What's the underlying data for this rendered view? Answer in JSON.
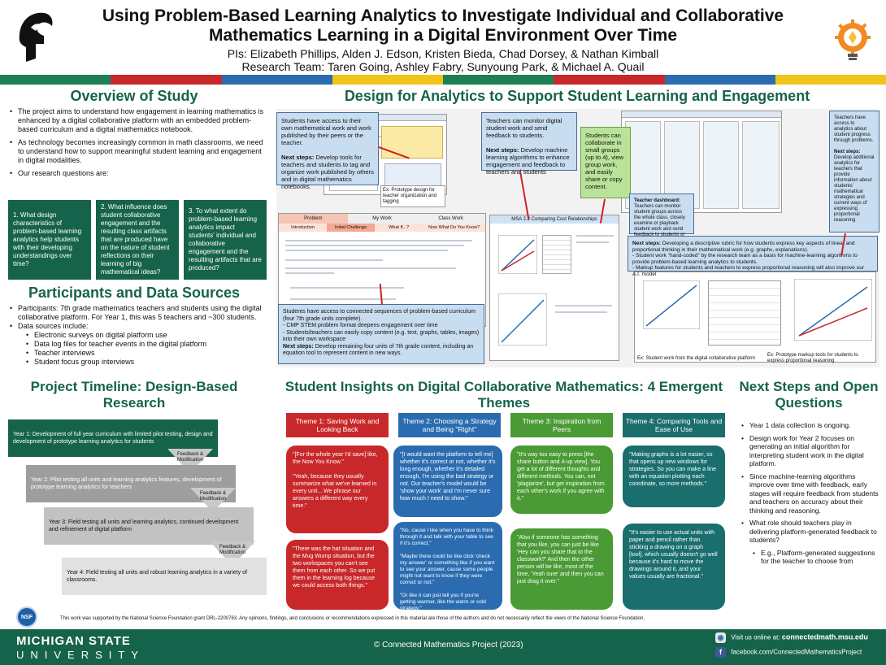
{
  "header": {
    "title": "Using Problem-Based Learning Analytics to Investigate Individual and Collaborative Mathematics Learning in a Digital Environment Over Time",
    "pis": "PIs: Elizabeth Phillips, Alden J. Edson, Kristen Bieda, Chad Dorsey, & Nathan Kimball",
    "team": "Research Team: Taren Going, Ashley Fabry, Sunyoung Park, & Michael A. Quail"
  },
  "overview": {
    "title": "Overview of Study",
    "bullets": [
      "The project aims to understand how engagement in learning mathematics is enhanced by a digital collaborative platform with an embedded problem-based curriculum and a digital mathematics notebook.",
      "As technology becomes increasingly common in math classrooms, we need to understand how to support meaningful student learning and engagement in digital modalities.",
      "Our research questions are:"
    ],
    "questions": [
      "1. What design characteristics of problem-based learning analytics help students with their developing understandings over time?",
      "2. What influence does student collaborative engagement and the resulting class artifacts that are produced have on the nature of student reflections on their learning of big mathematical ideas?",
      "3. To what extent do problem-based learning analytics impact students' individual and collaborative engagement and the resulting artifacts that are produced?"
    ]
  },
  "participants": {
    "title": "Participants and Data Sources",
    "bullet1": "Participants: 7th grade mathematics teachers and students using the digital collaborative platform. For Year 1, this was 5 teachers and ~300 students.",
    "bullet2": "Data sources include:",
    "sources": [
      "Electronic surveys on digital platform use",
      "Data log files for teacher events in the digital platform",
      "Teacher interviews",
      "Student focus group interviews"
    ]
  },
  "timeline": {
    "title": "Project Timeline: Design-Based Research",
    "steps": [
      "Year 1: Development of full year curriculum with limited pilot testing, design and development of prototype learning analytics for students",
      "Year 2: Pilot testing all units and learning analytics features, development of prototype learning analytics for teachers",
      "Year 3: Field testing all units and learning analytics, continued development and refinement of digital platform",
      "Year 4: Field testing all units and robust learning analytics in a variety of classrooms."
    ],
    "feedback": "Feedback & Modification"
  },
  "design": {
    "title": "Design for Analytics to Support Student Learning and Engagement",
    "note1_text": "Students have access to their own mathematical work and work published by their peers or the teacher.",
    "note1_next_label": "Next steps:",
    "note1_next": "Develop tools for teachers and students to tag and organize work published by others and in digital mathematics notebooks.",
    "note2_text": "Teachers can monitor digital student work and send feedback to students.",
    "note2_next_label": "Next steps:",
    "note2_next": "Develop machine learning algorithms to enhance engagement and feedback to teachers and students",
    "note3_text": "Students can collaborate in small groups (up to 4), view group work, and easily share or copy content.",
    "note4_lead": "Students have access to connected sequences of problem-based curriculum (four 7th grade units complete).",
    "note4_items": [
      "CMP STEM problem format deepens engagement over time",
      "Students/teachers can easily copy content (e.g. text, graphs, tables, images) into their own workspace"
    ],
    "note4_next_label": "Next steps:",
    "note4_next": "Develop remaining four units of 7th grade content, including an equation tool to represent content in new ways.",
    "note5_text": "Teachers have access to analytics about student progress through problems.",
    "note5_next_label": "Next steps:",
    "note5_next": "Develop additional analytics for teachers that provide information about students' mathematical strategies and current ways of expressing proportional reasoning",
    "dashboard_label": "Teacher dashboard:",
    "dashboard_text": "Teachers can monitor student groups across the whole class, closely examine or playback student work and send feedback to students or groups",
    "note6_label": "Next steps:",
    "note6_text": "Developing a descriptive rubric for how students express key aspects of linear and proportional thinking in their mathematical work (e.g. graphs, explanations).",
    "note6_items": [
      "Student work \"hand-coded\" by the research team as a basis for machine-learning algorithms to provide problem-based learning analytics to students.",
      "Markup features for students and teachers to express proportional reasoning will also improve our A.I. model"
    ],
    "caption1": "Ex. Prototype design for teacher organization and tagging",
    "caption2": "Ex: Student work from the digital collaborative platform",
    "caption3": "Ex: Prototype markup tools for students to express proportional reasoning",
    "tab_problem": "Problem",
    "tab_mywork": "My Work",
    "tab_classwork": "Class Work",
    "subtab_intro": "Introduction",
    "subtab_initial": "Initial Challenge",
    "subtab_whatif": "What If...?",
    "subtab_now": "Now What Do You Know?",
    "doc_title": "MSA 2.2 Comparing Cost Relationships"
  },
  "themes": {
    "title": "Student Insights on Digital Collaborative Mathematics: 4 Emergent Themes",
    "items": [
      {
        "head": "Theme 1: Saving Work and Looking Back",
        "color": "#c8282a",
        "q1": "\"[For the whole year I'd save] like, the Now You Know.\"\n\n\"Yeah, because they usually summarize what we've learned in every unit... We phrase our answers a different way every time.\"",
        "q2": "\"There was the hat situation and the Mug Wump situation, but the two workspaces you can't see them from each other. So we put them in the learning log because we could access both things.\""
      },
      {
        "head": "Theme 2: Choosing a Strategy and Being \"Right\"",
        "color": "#2b6cb0",
        "q1": "\"[I would want the platform to tell me] whether it's correct or not, whether it's long enough, whether it's detailed enough, I'm using the bad strategy or not. Our teacher's model would be 'show your work' and I'm never sure how much I need to show.\"",
        "q2": "\"No, cause I like when you have to think through it and talk with your table to see if it's correct.\"\n\n\"Maybe there could be like click 'check my answer' or something like if you want to see your answer, cause some people might not want to know if they were correct or not.\"\n\n\"Or like it can just tell you if you're getting warmer, like the warm or cold strategy.\""
      },
      {
        "head": "Theme 3: Inspiration from Peers",
        "color": "#4a9a35",
        "q1": "\"It's way too easy to press [the share button and 4-up view]. You get a lot of different thoughts and different methods. You can, not 'plagiarize', but get inspiration from each other's work if you agree with it.\"",
        "q2": "\"Also if someone has something that you like, you can just be like 'Hey can you share that to the classwork?' And then the other person will be like, most of the time, 'Yeah sure' and then you can just drag it over.\""
      },
      {
        "head": "Theme 4: Comparing Tools and Ease of Use",
        "color": "#1b6e6e",
        "q1": "\"Making graphs is a lot easier, so that opens up new windows for strategies. So you can make a line with an equation plotting each coordinate, so more methods.\"",
        "q2": "\"It's easier to use actual units with paper and pencil rather than sticking a drawing on a graph [tool], which usually doesn't go well because it's hard to move the drawings around it, and your values usually are fractional.\""
      }
    ]
  },
  "next": {
    "title": "Next Steps and Open Questions",
    "bullets": [
      "Year 1 data collection is ongoing.",
      "Design work for Year 2 focuses on generating an initial algorithm for interpreting student work in the digital platform.",
      "Since machine-learning algorithms improve over time with feedback, early stages will require feedback from students and teachers on accuracy about their thinking and reasoning.",
      "What role should teachers play in delivering platform-generated feedback to students?"
    ],
    "sub": "E.g., Platform-generated suggestions for the teacher to choose from"
  },
  "footer": {
    "nsf": "NSF",
    "ack": "This work was supported by the National Science Foundation grant DRL-2200763. Any opinions, findings, and conclusions or recommendations expressed in this material are those of the authors and do not necessarily reflect the views of the National Science Foundation.",
    "msu_line1": "MICHIGAN STATE",
    "msu_line2": "UNIVERSITY",
    "copyright": "© Connected Mathematics Project (2023)",
    "visit_prefix": "Visit us online at:",
    "visit_url": "connectedmath.msu.edu",
    "facebook": "facebook.com/ConnectedMathematicsProject"
  },
  "colors": {
    "green": "#16634b",
    "red": "#c8282a",
    "blue": "#2b6cb0"
  }
}
